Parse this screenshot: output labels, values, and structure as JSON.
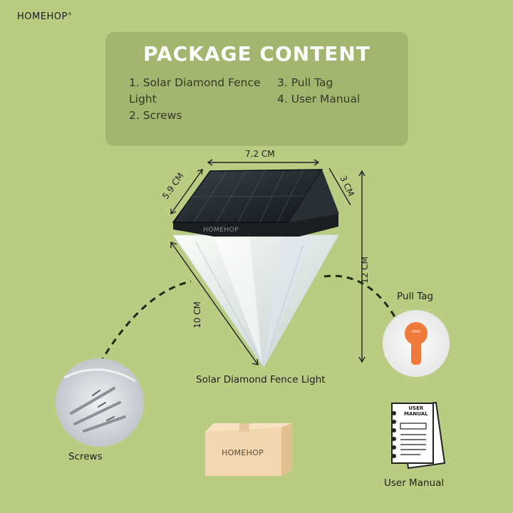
{
  "brand": {
    "name": "HOMEHOP",
    "trademark": "®"
  },
  "panel": {
    "title": "PACKAGE CONTENT",
    "items": [
      "1. Solar Diamond Fence",
      "Light",
      "2. Screws",
      "3. Pull Tag",
      "4. User Manual"
    ]
  },
  "dimensions": {
    "width": "7.2 CM",
    "depth": "5.9 CM",
    "top": "3 CM",
    "height": "12 CM",
    "side": "10 CM"
  },
  "labels": {
    "light": "Solar Diamond Fence Light",
    "pull_tag": "Pull Tag",
    "screws": "Screws",
    "manual": "User Manual",
    "manual_cover": [
      "USER",
      "MANUAL"
    ],
    "box_brand": "HOMEHOP",
    "lamp_brand": "HOMEHOP"
  },
  "colors": {
    "background": "#b9cc82",
    "panel": "#a3b56e",
    "pull_tag": "#f07a3a",
    "box": "#f2d6ae"
  }
}
